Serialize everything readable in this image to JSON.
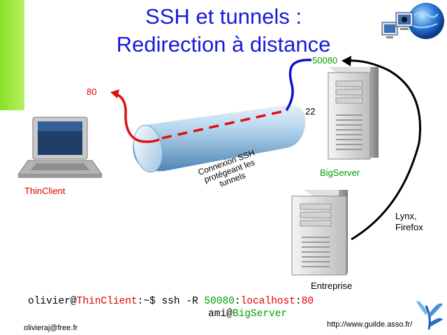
{
  "slide": {
    "title_line1": "SSH et tunnels :",
    "title_line2": "Redirection à distance"
  },
  "labels": {
    "port_80": "80",
    "port_50080": "50080",
    "port_22": "22",
    "thinclient": "ThinClient",
    "bigserver": "BigServer",
    "entreprise": "Entreprise",
    "lynx_firefox_1": "Lynx,",
    "lynx_firefox_2": "Firefox",
    "tube_line1": "Connexion SSH",
    "tube_line2": "protégeant les",
    "tube_line3": "tunnels"
  },
  "command": {
    "user": "olivier",
    "at1": "@",
    "host": "ThinClient",
    "prompt": ":~$ ssh -R ",
    "remote_port": "50080",
    "colon1": ":",
    "dest": "localhost",
    "colon2": ":",
    "local_port": "80",
    "user2": "ami",
    "at2": "@",
    "server": "BigServer"
  },
  "footer": {
    "email": "olivieraj@free.fr",
    "url": "http://www.guilde.asso.fr/"
  },
  "colors": {
    "title": "#1a1ad6",
    "red_label": "#dd0000",
    "green_label": "#00a000",
    "green_bar": "#88e02a",
    "tunnel_red": "#dd1111",
    "tunnel_blue": "#1010cc"
  }
}
